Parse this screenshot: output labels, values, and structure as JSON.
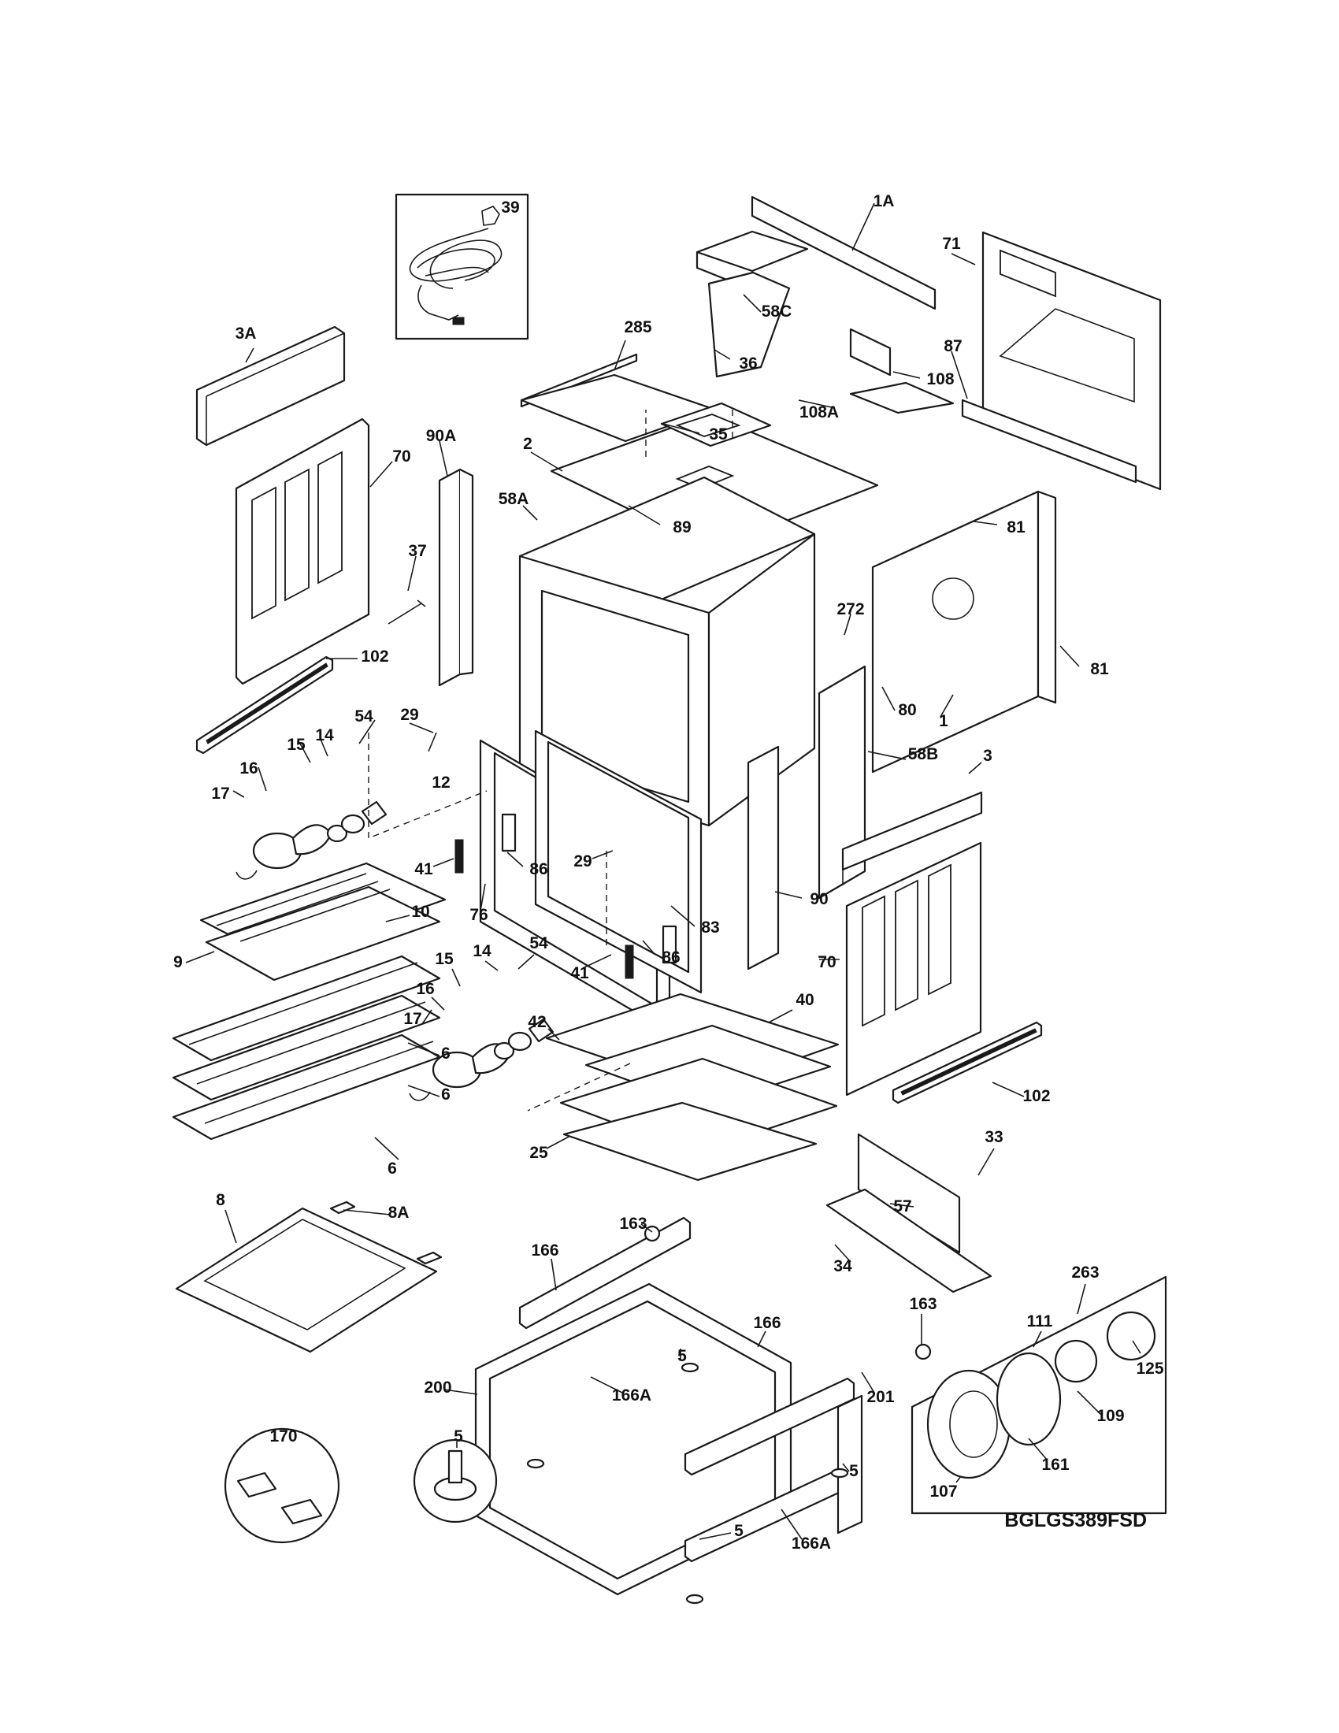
{
  "model_code": "BGLGS389FSD",
  "callouts": [
    {
      "id": "c-39",
      "label": "39"
    },
    {
      "id": "c-1a",
      "label": "1A"
    },
    {
      "id": "c-71",
      "label": "71"
    },
    {
      "id": "c-3a",
      "label": "3A"
    },
    {
      "id": "c-285",
      "label": "285"
    },
    {
      "id": "c-58c",
      "label": "58C"
    },
    {
      "id": "c-36",
      "label": "36"
    },
    {
      "id": "c-108",
      "label": "108"
    },
    {
      "id": "c-87",
      "label": "87"
    },
    {
      "id": "c-108a",
      "label": "108A"
    },
    {
      "id": "c-35",
      "label": "35"
    },
    {
      "id": "c-70a",
      "label": "70"
    },
    {
      "id": "c-90a",
      "label": "90A"
    },
    {
      "id": "c-2",
      "label": "2"
    },
    {
      "id": "c-58a",
      "label": "58A"
    },
    {
      "id": "c-89",
      "label": "89"
    },
    {
      "id": "c-81a",
      "label": "81"
    },
    {
      "id": "c-37",
      "label": "37"
    },
    {
      "id": "c-272",
      "label": "272"
    },
    {
      "id": "c-81b",
      "label": "81"
    },
    {
      "id": "c-102a",
      "label": "102"
    },
    {
      "id": "c-54a",
      "label": "54"
    },
    {
      "id": "c-29a",
      "label": "29"
    },
    {
      "id": "c-80",
      "label": "80"
    },
    {
      "id": "c-1",
      "label": "1"
    },
    {
      "id": "c-15a",
      "label": "15"
    },
    {
      "id": "c-14a",
      "label": "14"
    },
    {
      "id": "c-3",
      "label": "3"
    },
    {
      "id": "c-16a",
      "label": "16"
    },
    {
      "id": "c-12",
      "label": "12"
    },
    {
      "id": "c-17a",
      "label": "17"
    },
    {
      "id": "c-58b",
      "label": "58B"
    },
    {
      "id": "c-29b",
      "label": "29"
    },
    {
      "id": "c-41a",
      "label": "41"
    },
    {
      "id": "c-86a",
      "label": "86"
    },
    {
      "id": "c-10",
      "label": "10"
    },
    {
      "id": "c-76",
      "label": "76"
    },
    {
      "id": "c-90",
      "label": "90"
    },
    {
      "id": "c-54b",
      "label": "54"
    },
    {
      "id": "c-83",
      "label": "83"
    },
    {
      "id": "c-70b",
      "label": "70"
    },
    {
      "id": "c-9",
      "label": "9"
    },
    {
      "id": "c-15b",
      "label": "15"
    },
    {
      "id": "c-14b",
      "label": "14"
    },
    {
      "id": "c-86b",
      "label": "86"
    },
    {
      "id": "c-41b",
      "label": "41"
    },
    {
      "id": "c-16b",
      "label": "16"
    },
    {
      "id": "c-40",
      "label": "40"
    },
    {
      "id": "c-17b",
      "label": "17"
    },
    {
      "id": "c-42",
      "label": "42"
    },
    {
      "id": "c-6a",
      "label": "6"
    },
    {
      "id": "c-6b",
      "label": "6"
    },
    {
      "id": "c-102b",
      "label": "102"
    },
    {
      "id": "c-25",
      "label": "25"
    },
    {
      "id": "c-6c",
      "label": "6"
    },
    {
      "id": "c-33",
      "label": "33"
    },
    {
      "id": "c-8",
      "label": "8"
    },
    {
      "id": "c-8a",
      "label": "8A"
    },
    {
      "id": "c-57",
      "label": "57"
    },
    {
      "id": "c-163a",
      "label": "163"
    },
    {
      "id": "c-166a",
      "label": "166"
    },
    {
      "id": "c-34",
      "label": "34"
    },
    {
      "id": "c-163b",
      "label": "163"
    },
    {
      "id": "c-263",
      "label": "263"
    },
    {
      "id": "c-111",
      "label": "111"
    },
    {
      "id": "c-166b",
      "label": "166"
    },
    {
      "id": "c-5a",
      "label": "5"
    },
    {
      "id": "c-125",
      "label": "125"
    },
    {
      "id": "c-200",
      "label": "200"
    },
    {
      "id": "c-166a1",
      "label": "166A"
    },
    {
      "id": "c-201",
      "label": "201"
    },
    {
      "id": "c-109",
      "label": "109"
    },
    {
      "id": "c-170",
      "label": "170"
    },
    {
      "id": "c-5b",
      "label": "5"
    },
    {
      "id": "c-5c",
      "label": "5"
    },
    {
      "id": "c-161",
      "label": "161"
    },
    {
      "id": "c-107",
      "label": "107"
    },
    {
      "id": "c-166a2",
      "label": "166A"
    },
    {
      "id": "c-5d",
      "label": "5"
    }
  ]
}
